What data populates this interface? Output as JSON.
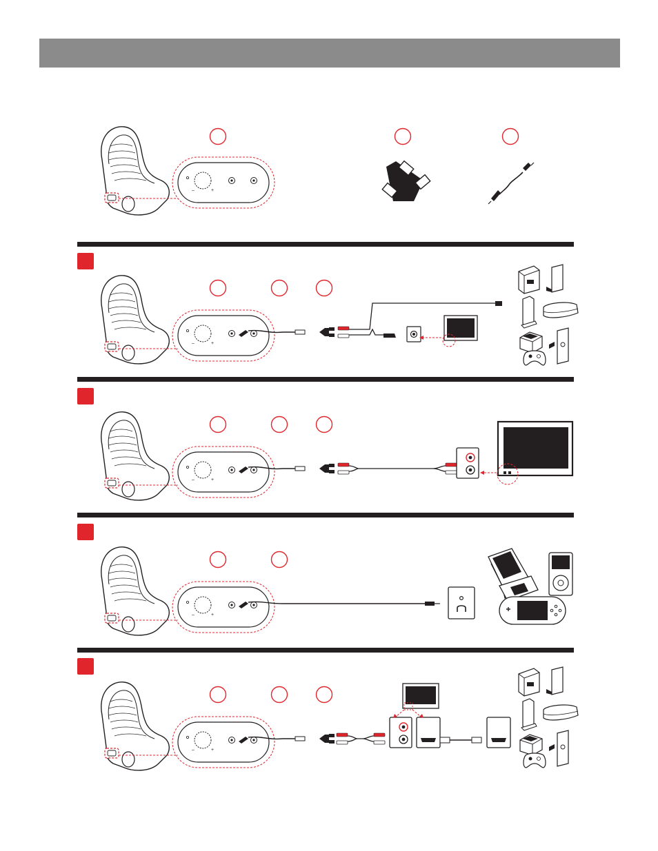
{
  "colors": {
    "banner": "#8c8b8b",
    "accent_red": "#e0262c",
    "divider": "#231f20",
    "line": "#231f20",
    "dashed": "#e0262c",
    "screen": "#231f20"
  },
  "header": {
    "title": ""
  },
  "parts": {
    "items": [
      {
        "id": "chair-control-panel",
        "icons": [
          "chair-icon",
          "control-panel-icon"
        ]
      },
      {
        "id": "splitter-adapter",
        "icons": [
          "splitter-icon"
        ]
      },
      {
        "id": "audio-cable",
        "icons": [
          "audio-cable-icon"
        ]
      }
    ]
  },
  "steps": [
    {
      "id": "step-1",
      "devices": [
        "game-console-icons"
      ],
      "connection": "rca-to-tv"
    },
    {
      "id": "step-2",
      "devices": [
        "tv-icon"
      ],
      "connection": "rca-to-tv-output"
    },
    {
      "id": "step-3",
      "devices": [
        "portable-device-icons"
      ],
      "connection": "headphone-jack"
    },
    {
      "id": "step-4",
      "devices": [
        "game-console-icons",
        "tv-icon"
      ],
      "connection": "hdmi-and-rca"
    }
  ]
}
